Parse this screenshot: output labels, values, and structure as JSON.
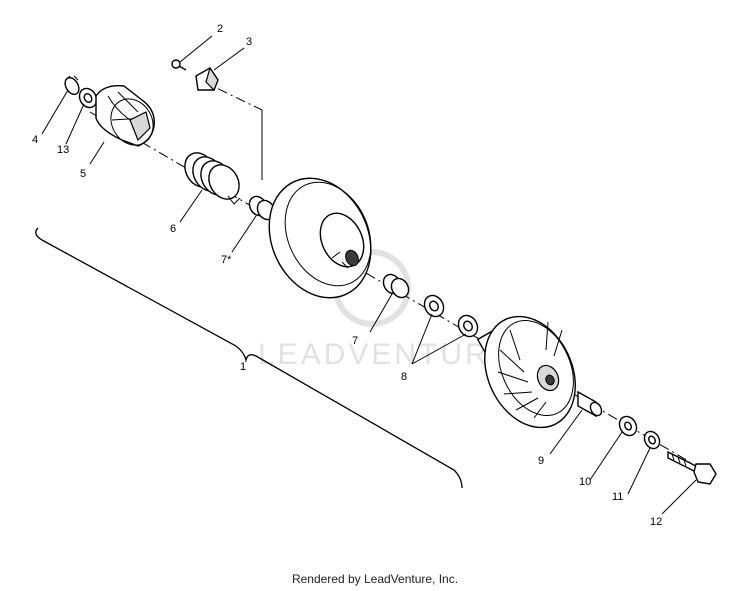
{
  "watermark": "LEADVENTURE",
  "footer": "Rendered by LeadVenture, Inc.",
  "callouts": [
    {
      "id": "1",
      "label": "1"
    },
    {
      "id": "2",
      "label": "2"
    },
    {
      "id": "3",
      "label": "3"
    },
    {
      "id": "4",
      "label": "4"
    },
    {
      "id": "5",
      "label": "5"
    },
    {
      "id": "6",
      "label": "6"
    },
    {
      "id": "7a",
      "label": "7*"
    },
    {
      "id": "7b",
      "label": "7"
    },
    {
      "id": "8",
      "label": "8"
    },
    {
      "id": "9",
      "label": "9"
    },
    {
      "id": "10",
      "label": "10"
    },
    {
      "id": "11",
      "label": "11"
    },
    {
      "id": "12",
      "label": "12"
    },
    {
      "id": "13",
      "label": "13"
    }
  ]
}
